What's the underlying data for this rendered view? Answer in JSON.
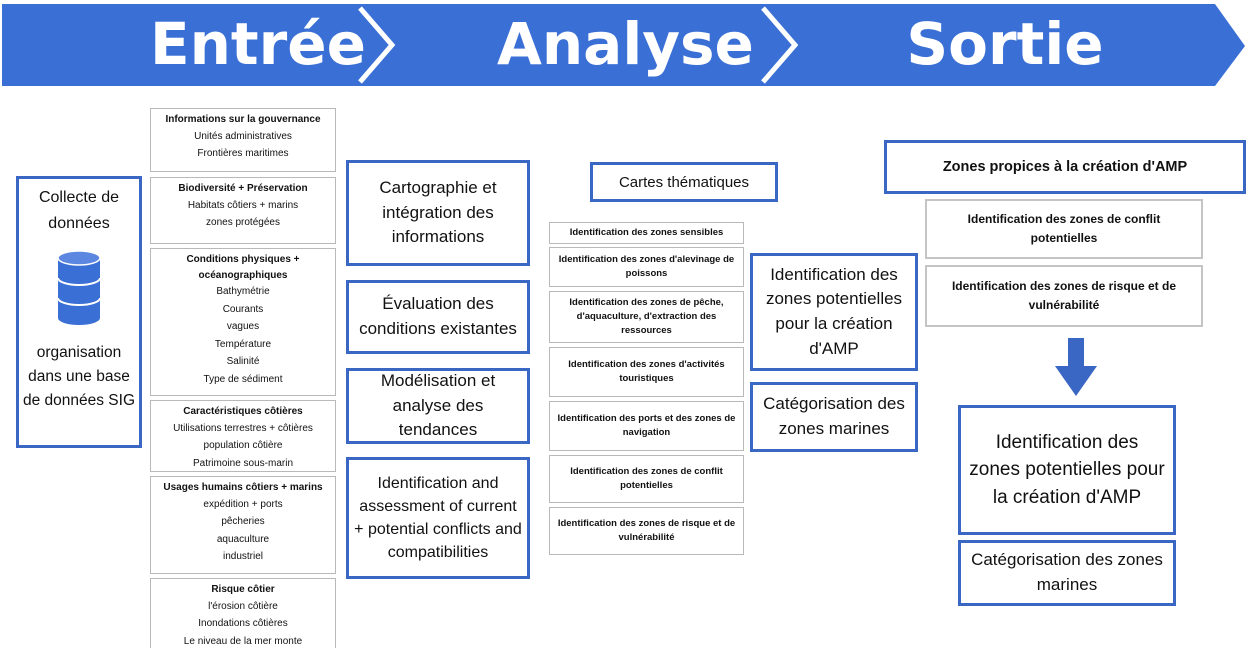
{
  "header": {
    "phases": [
      "Entrée",
      "Analyse",
      "Sortie"
    ],
    "color": "#3a6fd6"
  },
  "input": {
    "collect_title": "Collecte de données",
    "db_icon": "database-icon",
    "collect_caption": "organisation dans une base de données SIG",
    "categories": [
      {
        "title": "Informations sur la gouvernance",
        "items": [
          "Unités administratives",
          "Frontières maritimes"
        ]
      },
      {
        "title": "Biodiversité + Préservation",
        "items": [
          "Habitats côtiers + marins",
          "zones protégées"
        ]
      },
      {
        "title": "Conditions physiques + océanographiques",
        "items": [
          "Bathymétrie",
          "Courants",
          "vagues",
          "Température",
          "Salinité",
          "Type de sédiment"
        ]
      },
      {
        "title": "Caractéristiques côtières",
        "items": [
          "Utilisations terrestres + côtières",
          "population côtière",
          "Patrimoine sous-marin"
        ]
      },
      {
        "title": "Usages humains côtiers + marins",
        "items": [
          "expédition + ports",
          "pêcheries",
          "aquaculture",
          "industriel"
        ]
      },
      {
        "title": "Risque côtier",
        "items": [
          "l'érosion côtière",
          "Inondations côtières",
          "Le niveau de la mer monte"
        ]
      }
    ]
  },
  "analysis": {
    "steps": [
      "Cartographie et intégration des informations",
      "Évaluation des conditions existantes",
      "Modélisation et analyse des tendances",
      "Identification and assessment of current + potential conflicts and compatibilities"
    ],
    "thematic_title": "Cartes thématiques",
    "thematic_items": [
      "Identification des zones sensibles",
      "Identification des zones d'alevinage de poissons",
      "Identification des zones de pêche, d'aquaculture, d'extraction des ressources",
      "Identification des zones d'activités touristiques",
      "Identification des ports et des zones de navigation",
      "Identification des zones de conflit potentielles",
      "Identification des zones de risque et de vulnérabilité"
    ],
    "potential_zones": "Identification des zones potentielles pour la création d'AMP",
    "categorisation": "Catégorisation des zones marines"
  },
  "output": {
    "title": "Zones propices à la création d'AMP",
    "conflict": "Identification des zones de conflit potentielles",
    "risk": "Identification des zones de risque et de vulnérabilité",
    "arrow_icon": "arrow-down-icon",
    "potential_zones": "Identification des zones potentielles pour la création d'AMP",
    "categorisation": "Catégorisation des zones marines"
  }
}
